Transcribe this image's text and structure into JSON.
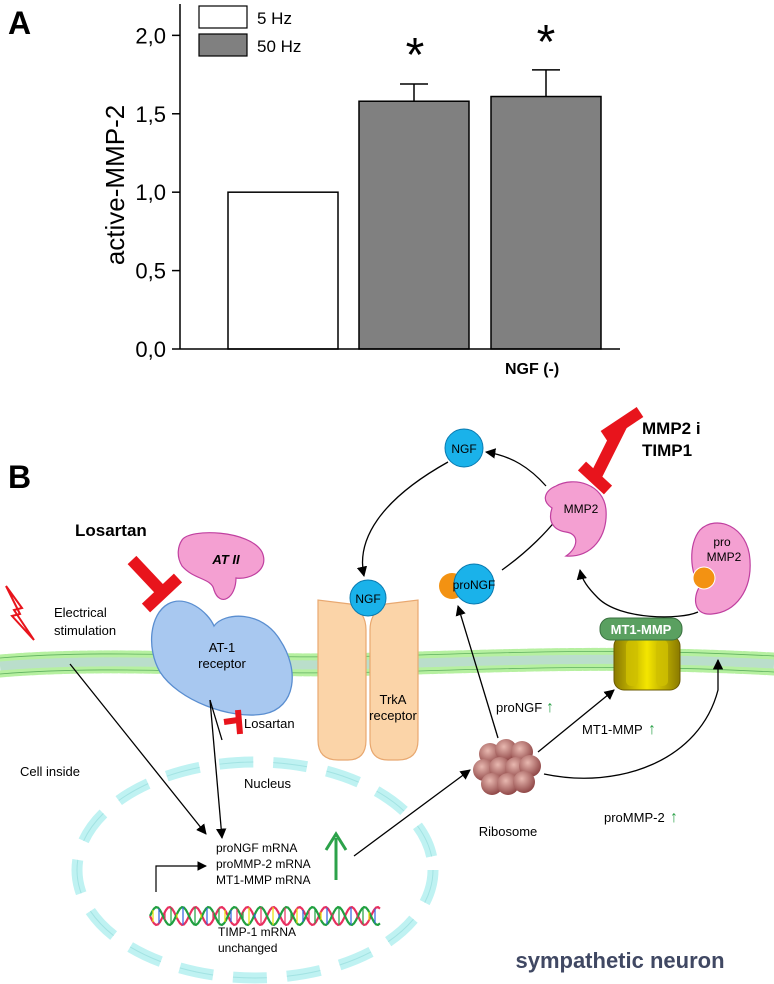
{
  "panel_a": {
    "letter": "A",
    "group_label": "NGF (-)",
    "legend": [
      {
        "label": "5 Hz",
        "color": "#ffffff"
      },
      {
        "label": "50 Hz",
        "color": "#808080"
      }
    ],
    "significance": [
      "*",
      "*"
    ]
  },
  "chart_data": {
    "type": "bar",
    "ylabel": "active-MMP-2",
    "ylim": [
      0.0,
      2.2
    ],
    "yticks": [
      "0,0",
      "0,5",
      "1,0",
      "1,5",
      "2,0"
    ],
    "bars": [
      {
        "series": "5 Hz",
        "value": 1.0,
        "error": 0.0
      },
      {
        "series": "50 Hz",
        "value": 1.58,
        "error": 0.11
      },
      {
        "series": "50 Hz",
        "value": 1.61,
        "error": 0.17
      }
    ]
  },
  "panel_b": {
    "letter": "B",
    "losartan_top": "Losartan",
    "losartan_small": "Losartan",
    "at2": "AT II",
    "at1_line1": "AT-1",
    "at1_line2": "receptor",
    "stim_line1": "Electrical",
    "stim_line2": "stimulation",
    "cell_inside": "Cell inside",
    "nucleus": "Nucleus",
    "mrna1": "proNGF mRNA",
    "mrna2": "proMMP-2 mRNA",
    "mrna3": "MT1-MMP mRNA",
    "timp_line1": "TIMP-1 mRNA",
    "timp_line2": "unchanged",
    "ngf_top": "NGF",
    "ngf_bound": "NGF",
    "trka_line1": "TrkA",
    "trka_line2": "receptor",
    "pro_ngf": "proNGF",
    "mmp2": "MMP2",
    "pro_mmp2_line1": "pro",
    "pro_mmp2_line2": "MMP2",
    "mt1_mmp": "MT1-MMP",
    "inhibitor_line1": "MMP2 i",
    "inhibitor_line2": "TIMP1",
    "ribosome": "Ribosome",
    "label_prongf": "proNGF",
    "label_mt1": "MT1-MMP",
    "label_prommp2": "proMMP-2",
    "up_arrow": "↑",
    "neuron": "sympathetic neuron"
  },
  "colors": {
    "bar_grey": "#808080",
    "ngf_blue": "#1ab2ea",
    "orange": "#f39212",
    "pink": "#f4a0d2",
    "at1_blue": "#a8c8f0",
    "trka_peach": "#fbd4a8",
    "inhibit_red": "#e8141c",
    "green_arrow": "#2ca24a",
    "membrane_green": "#b6f0a0",
    "nucleus_cyan": "#bff2f2",
    "neuron_text": "#404863"
  }
}
